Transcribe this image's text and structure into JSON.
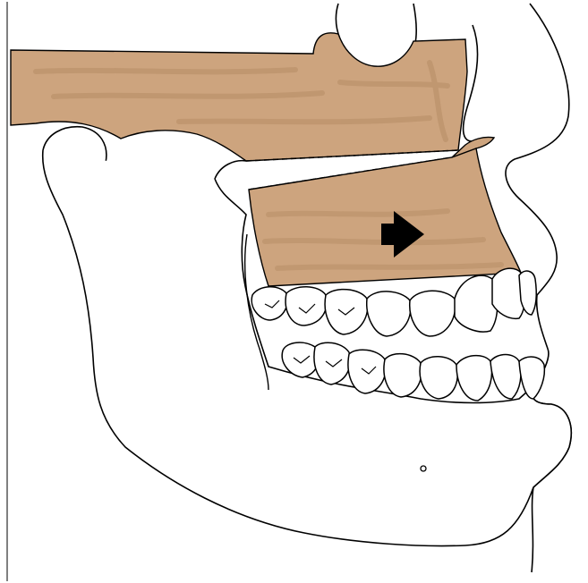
{
  "figure": {
    "colors": {
      "background": "#ffffff",
      "bone_fill": "#cda47e",
      "bone_texture": "#b98f68",
      "outline": "#000000"
    },
    "structures": [
      "face-profile",
      "maxilla",
      "osteotomy-line",
      "maxillary-segment",
      "upper-teeth",
      "lower-teeth",
      "mandible",
      "advancement-arrow"
    ],
    "arrow": {
      "direction": "forward",
      "icon": "arrow-right-icon"
    }
  }
}
